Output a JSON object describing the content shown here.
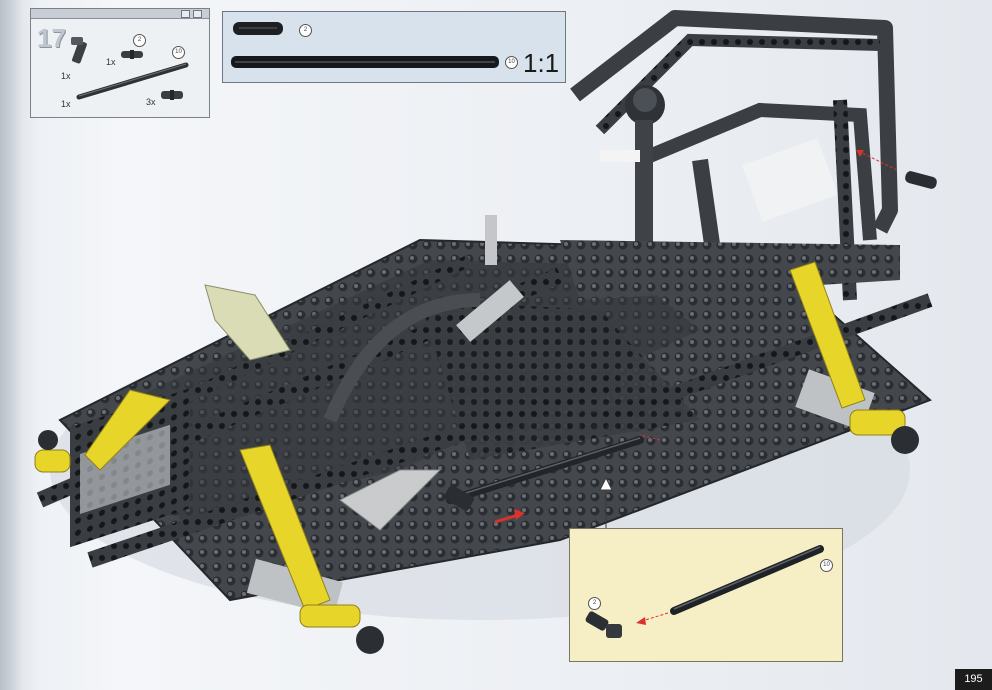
{
  "step": {
    "number": "17"
  },
  "parts_list": [
    {
      "qty": "1x"
    },
    {
      "qty": "1x",
      "callout": "2"
    },
    {
      "qty": "1x",
      "callout": "10"
    },
    {
      "qty": "3x"
    }
  ],
  "scale": {
    "callouts": [
      "2",
      "10"
    ],
    "ratio": "1:1"
  },
  "detail": {
    "callouts": [
      "10",
      "2"
    ]
  },
  "page": {
    "number": "195"
  },
  "colors": {
    "frame_dark": "#3a3e42",
    "accent_yellow": "#e8d52a",
    "detail_bg": "#f6efc6",
    "scale_bg": "#d8e2ec",
    "arrow_red": "#d9342b"
  }
}
